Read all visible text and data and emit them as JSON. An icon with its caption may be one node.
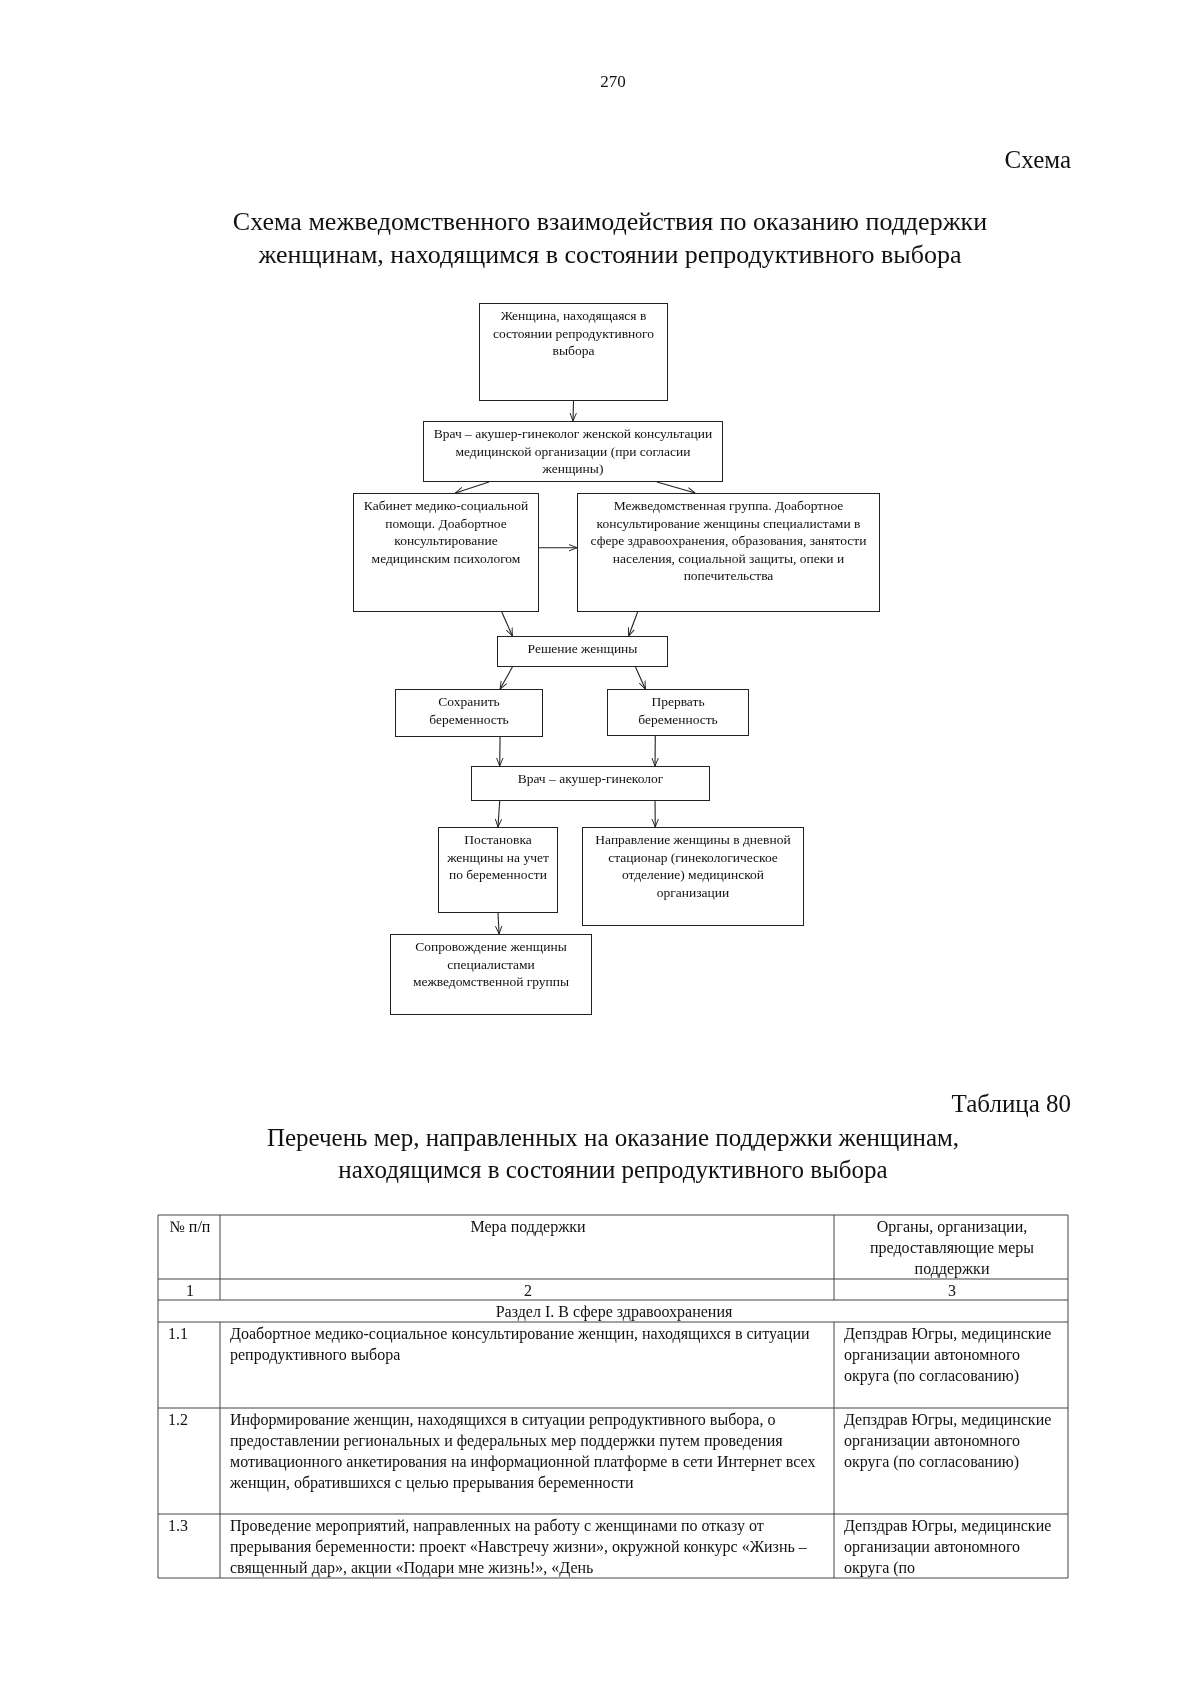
{
  "diagram": {
    "title": "Схема межведомственного взаимодействия по оказанию поддержки женщинам, находящимся в состоянии репродуктивного выбора",
    "nodes": [
      {
        "text": [
          "Женщина, находящаяся в состоянии репродуктивного выбора"
        ]
      },
      {
        "text": [
          "Врач – акушер-гинеколог женской консультации медицинской организации (при согласии женщины)"
        ]
      },
      {
        "text": [
          "Кабинет медико-социальной помощи. Доабортное консультирование медицинским психологом"
        ]
      },
      {
        "text": [
          "Межведомственная группа. Доабортное консультирование женщины специалистами в сфере здравоохранения, образования, занятости населения, социальной защиты, опеки и попечительства"
        ]
      },
      {
        "text": [
          "Решение женщины"
        ]
      },
      {
        "text": [
          "Сохранить беременность"
        ]
      },
      {
        "text": [
          "Прервать беременность"
        ]
      },
      {
        "text": [
          "Врач – акушер-гинеколог"
        ]
      },
      {
        "text": [
          "Постановка женщины на учет по беременности"
        ]
      },
      {
        "text": [
          "Направление женщины в дневной стационар (гинекологическое отделение) медицинской организации"
        ]
      },
      {
        "text": [
          "Сопровождение женщины специалистами межведомственной группы"
        ]
      }
    ],
    "edges": [
      {
        "from": 0,
        "to": 1,
        "arrow": "to"
      },
      {
        "from": 1,
        "to": 2,
        "arrow": "to"
      },
      {
        "from": 1,
        "to": 3,
        "arrow": "to"
      },
      {
        "from": 2,
        "to": 3,
        "arrow": "to"
      },
      {
        "from": 2,
        "to": 4,
        "arrow": "to"
      },
      {
        "from": 3,
        "to": 4,
        "arrow": "to"
      },
      {
        "from": 4,
        "to": 5,
        "arrow": "to"
      },
      {
        "from": 4,
        "to": 6,
        "arrow": "to"
      },
      {
        "from": 5,
        "to": 7,
        "arrow": "to"
      },
      {
        "from": 6,
        "to": 7,
        "arrow": "to"
      },
      {
        "from": 7,
        "to": 8,
        "arrow": "to"
      },
      {
        "from": 7,
        "to": 9,
        "arrow": "to"
      },
      {
        "from": 8,
        "to": 10,
        "arrow": "to"
      }
    ],
    "labels": [
      "270",
      "Схема",
      "Таблица 80",
      "Перечень мер, направленных на оказание поддержки женщинам, находящимся в состоянии репродуктивного выбора",
      "№ п/п",
      "Мера поддержки",
      "Органы, организации, предоставляющие меры поддержки",
      "1",
      "2",
      "3",
      "Раздел I. В сфере здравоохранения",
      "1.1",
      "Доабортное медико-социальное консультирование женщин, находящихся в ситуации репродуктивного выбора",
      "Депздрав Югры, медицинские организации автономного округа (по согласованию)",
      "1.2",
      "Информирование женщин, находящихся в ситуации репродуктивного выбора, о предоставлении региональных и федеральных мер поддержки путем проведения мотивационного анкетирования на информационной платформе в сети Интернет всех женщин, обратившихся с целью прерывания беременности",
      "Депздрав Югры, медицинские организации автономного округа (по согласованию)",
      "1.3",
      "Проведение мероприятий, направленных на работу с женщинами по отказу от прерывания беременности: проект «Навстречу жизни», окружной конкурс «Жизнь – священный дар», акции «Подари мне жизнь!», «День",
      "Депздрав Югры, медицинские организации автономного округа (по"
    ]
  }
}
